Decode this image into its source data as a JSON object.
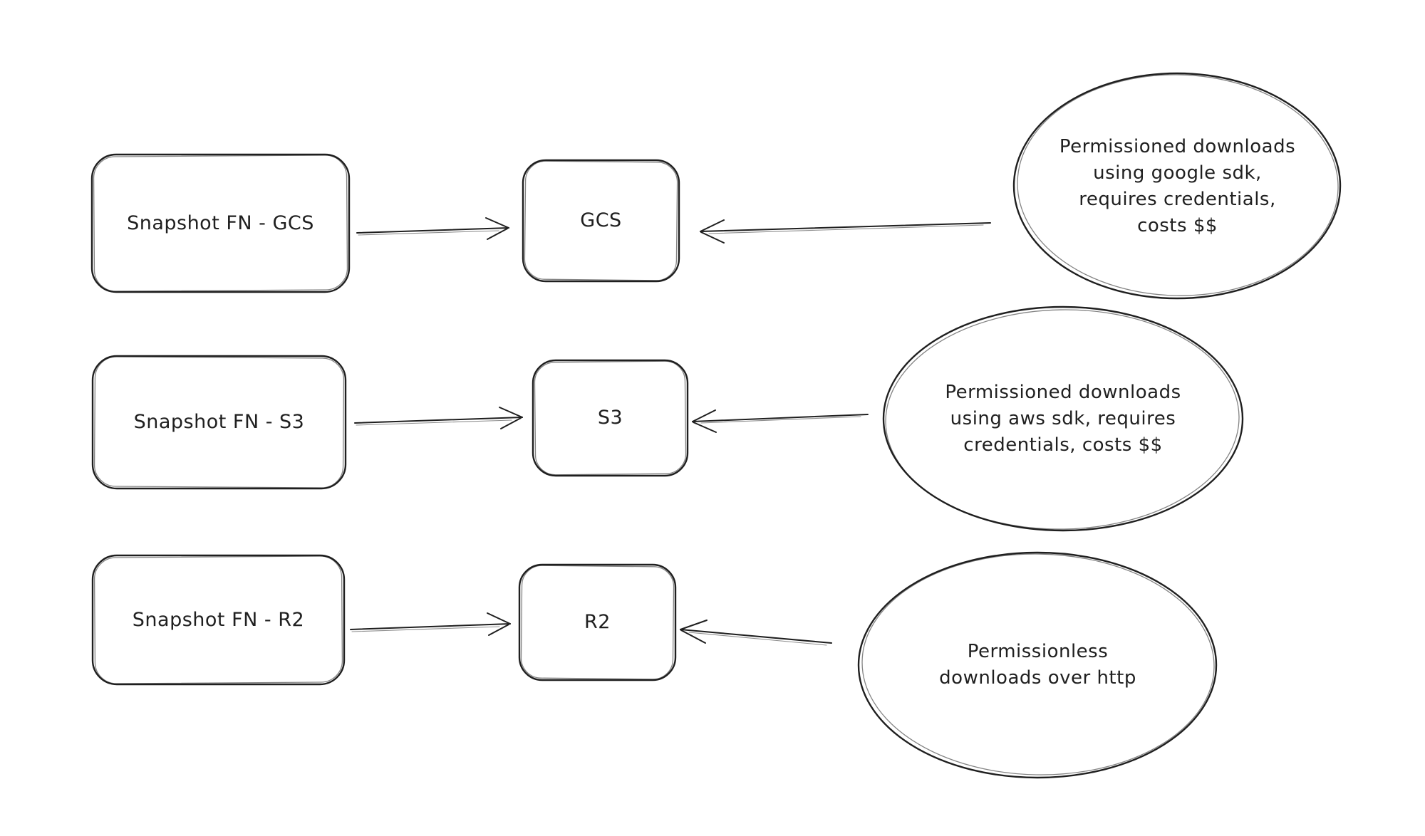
{
  "canvas": {
    "background_color": "#ffffff",
    "stroke_color": "#1f1f1f"
  },
  "rows": [
    {
      "source": {
        "label": "Snapshot FN - GCS"
      },
      "target": {
        "label": "GCS"
      },
      "note": {
        "text": "Permissioned downloads\nusing google sdk,\nrequires credentials,\ncosts $$"
      }
    },
    {
      "source": {
        "label": "Snapshot FN - S3"
      },
      "target": {
        "label": "S3"
      },
      "note": {
        "text": "Permissioned downloads\nusing aws sdk, requires\ncredentials, costs $$"
      }
    },
    {
      "source": {
        "label": "Snapshot FN - R2"
      },
      "target": {
        "label": "R2"
      },
      "note": {
        "text": "Permissionless\ndownloads over http"
      }
    }
  ]
}
